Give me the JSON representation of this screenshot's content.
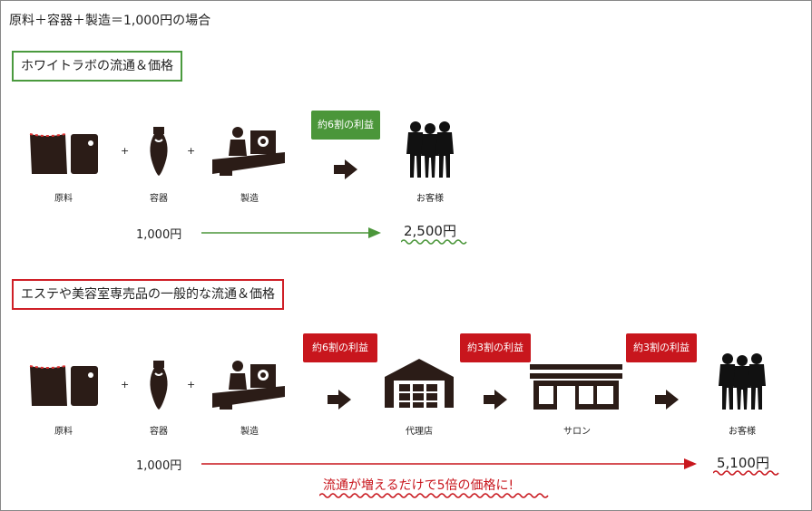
{
  "title": "原料＋容器＋製造＝1,000円の場合",
  "section1": {
    "heading": "ホワイトラボの流通＆価格",
    "steps": [
      "原料",
      "容器",
      "製造"
    ],
    "plus": "+",
    "badge": "約6割の利益",
    "customer": "お客様",
    "cost": "1,000円",
    "price": "2,500円",
    "colors": {
      "accent": "#4b963a"
    }
  },
  "section2": {
    "heading": "エステや美容室専売品の一般的な流通＆価格",
    "steps": [
      "原料",
      "容器",
      "製造"
    ],
    "plus": "+",
    "badges": [
      "約6割の利益",
      "約3割の利益",
      "約3割の利益"
    ],
    "agency": "代理店",
    "salon": "サロン",
    "customer": "お客様",
    "cost": "1,000円",
    "price": "5,100円",
    "slogan": "流通が増えるだけで5倍の価格に!",
    "colors": {
      "accent": "#c8161d"
    }
  },
  "icons": [
    "raw-material-icon",
    "bottle-icon",
    "factory-worker-icon",
    "arrow-right-icon",
    "customers-silhouette-icon",
    "warehouse-icon",
    "salon-shop-icon"
  ]
}
